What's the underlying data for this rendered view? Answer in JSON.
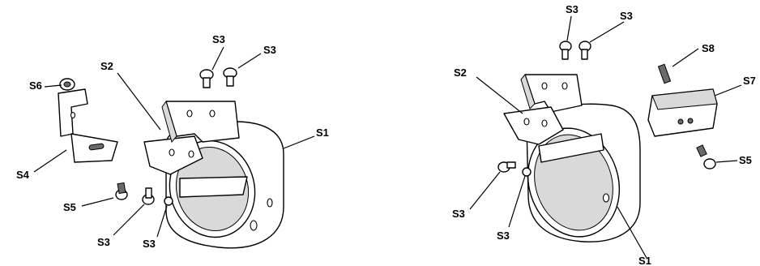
{
  "left_assembly": {
    "labels": {
      "s1": "S1",
      "s2": "S2",
      "s3_top_a": "S3",
      "s3_top_b": "S3",
      "s3_bottom_a": "S3",
      "s3_bottom_b": "S3",
      "s4": "S4",
      "s5": "S5",
      "s6": "S6"
    }
  },
  "right_assembly": {
    "labels": {
      "s1": "S1",
      "s2": "S2",
      "s3_top_a": "S3",
      "s3_top_b": "S3",
      "s3_left": "S3",
      "s3_bottom": "S3",
      "s5": "S5",
      "s7": "S7",
      "s8": "S8"
    }
  }
}
